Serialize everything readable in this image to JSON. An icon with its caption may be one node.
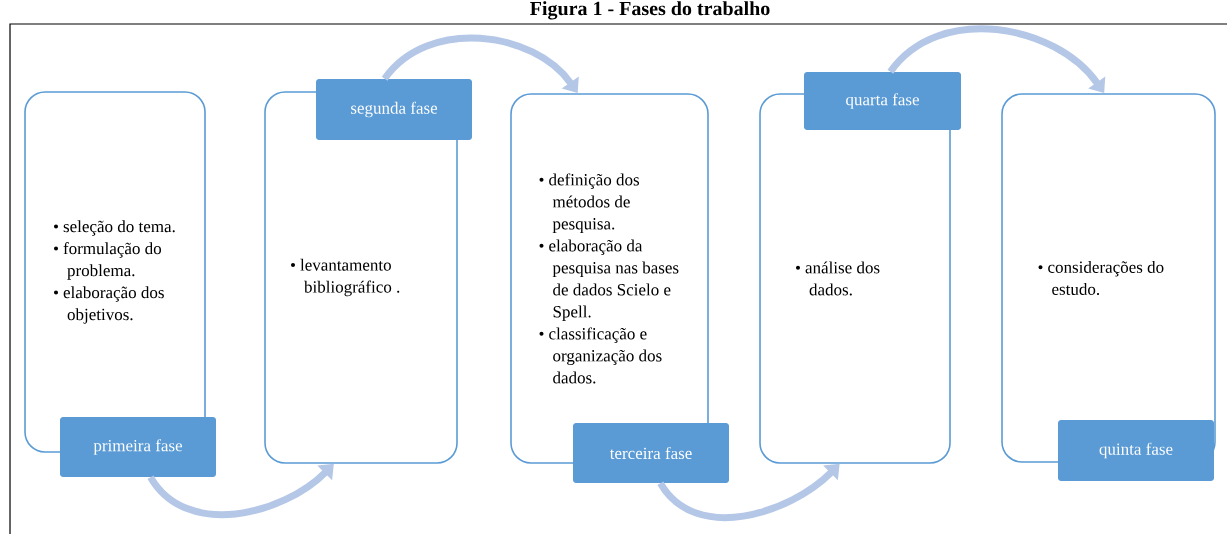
{
  "diagram": {
    "title": "Figura 1 - Fases do trabalho",
    "nodes": [
      {
        "text": [
          "seleção do tema.",
          "formulação do problema.",
          "elaboração dos objetivos."
        ]
      },
      {
        "text": [
          "primeira fase"
        ]
      },
      {
        "text": [
          "levantamento bibliográfico ."
        ]
      },
      {
        "text": [
          "segunda fase"
        ]
      },
      {
        "text": [
          "definição dos métodos de pesquisa.",
          "elaboração da pesquisa nas bases de dados Scielo e Spell.",
          "classificação e organização dos dados."
        ]
      },
      {
        "text": [
          "terceira fase"
        ]
      },
      {
        "text": [
          "análise dos dados."
        ]
      },
      {
        "text": [
          "quarta fase"
        ]
      },
      {
        "text": [
          "considerações do estudo."
        ]
      },
      {
        "text": [
          "quinta fase"
        ]
      }
    ],
    "edges": [
      {
        "from": 1,
        "to": 2,
        "arrow": "to",
        "color": "#b4c7e7"
      },
      {
        "from": 3,
        "to": 4,
        "arrow": "to",
        "color": "#b4c7e7"
      },
      {
        "from": 5,
        "to": 6,
        "arrow": "to",
        "color": "#b4c7e7"
      },
      {
        "from": 7,
        "to": 8,
        "arrow": "to",
        "color": "#b4c7e7"
      }
    ]
  }
}
